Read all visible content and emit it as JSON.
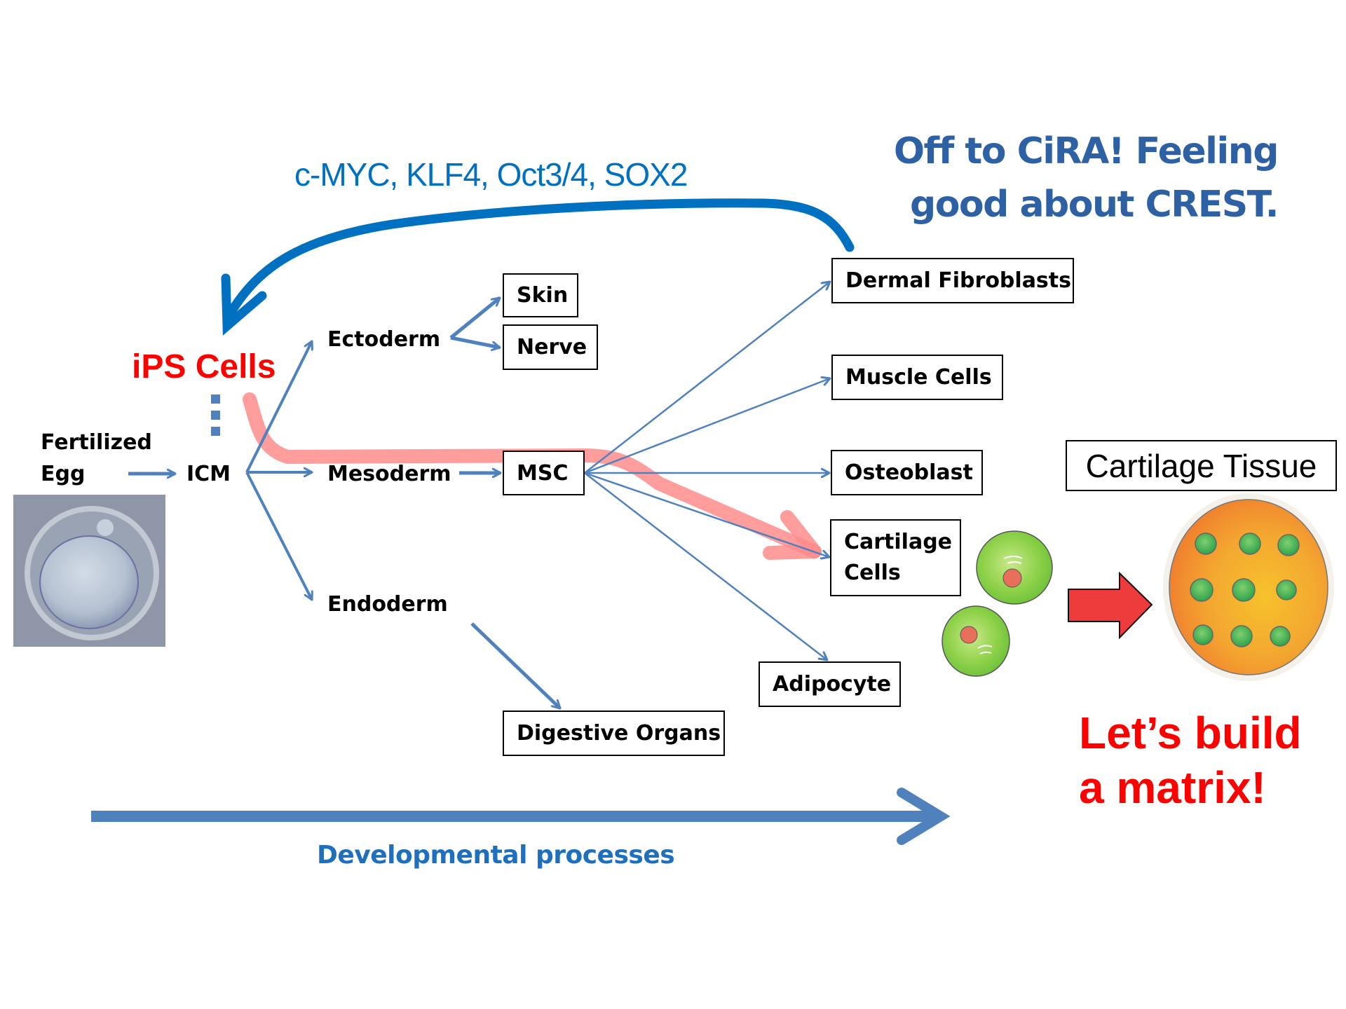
{
  "headline": {
    "line1": "Off to CiRA! Feeling",
    "line2": "good about CREST."
  },
  "reprogramming_factors": "c-MYC, KLF4, Oct3/4, SOX2",
  "ips_cells": "iPS Cells",
  "stages": {
    "fertilized_egg_line1": "Fertilized",
    "fertilized_egg_line2": "Egg",
    "icm": "ICM",
    "ectoderm": "Ectoderm",
    "mesoderm": "Mesoderm",
    "endoderm": "Endoderm"
  },
  "boxes": {
    "skin": "Skin",
    "nerve": "Nerve",
    "msc": "MSC",
    "digestive_organs": "Digestive Organs",
    "dermal_fibroblasts": "Dermal Fibroblasts",
    "muscle_cells": "Muscle Cells",
    "osteoblast": "Osteoblast",
    "cartilage_cells_line1": "Cartilage",
    "cartilage_cells_line2": "Cells",
    "adipocyte": "Adipocyte"
  },
  "cartilage_tissue": "Cartilage Tissue",
  "call_to_action": {
    "line1": "Let’s build",
    "line2": "a matrix!"
  },
  "timeline_label": "Developmental processes",
  "colors": {
    "arrow_blue": "#4f81bd",
    "factor_blue": "#0070c0",
    "headline_blue": "#2e60a4",
    "highlight_red": "#ff0000",
    "pink_path": "#ff8c8c"
  },
  "icons": {
    "egg_photo": "fertilized-egg-micrograph",
    "cartilage_cell_drawing": "cartilage-cell-illustration",
    "tissue_drawing": "cartilage-tissue-illustration",
    "red_block_arrow": "right-arrow"
  }
}
